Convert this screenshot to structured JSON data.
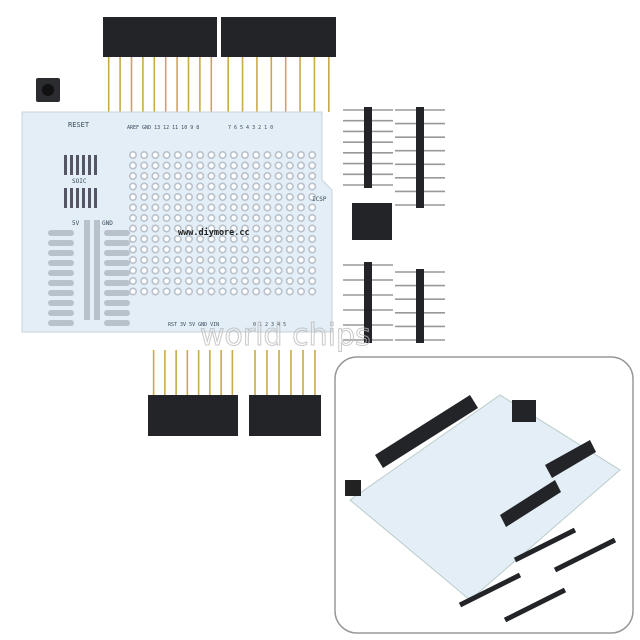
{
  "board": {
    "url_text": "www.diymore.cc",
    "reset_label": "RESET",
    "soic_label": "SOIC",
    "icsp_label": "ICSP",
    "v5_label": "5V",
    "gnd_label": "GND",
    "top_left_pins": "AREF GND 13 12 11 10 9 8",
    "top_right_pins": "7 6 5 4 3 2 1 0",
    "power_pins": "RST 3V 5V GND VIN",
    "analog_pins": "0 1 2 3 4 5"
  },
  "watermark": "world chips",
  "colors": {
    "board": "#e4eef6",
    "pad": "#b9c2ca",
    "header": "#222428",
    "pin": "#c9a94a",
    "inset_border": "#999999"
  }
}
